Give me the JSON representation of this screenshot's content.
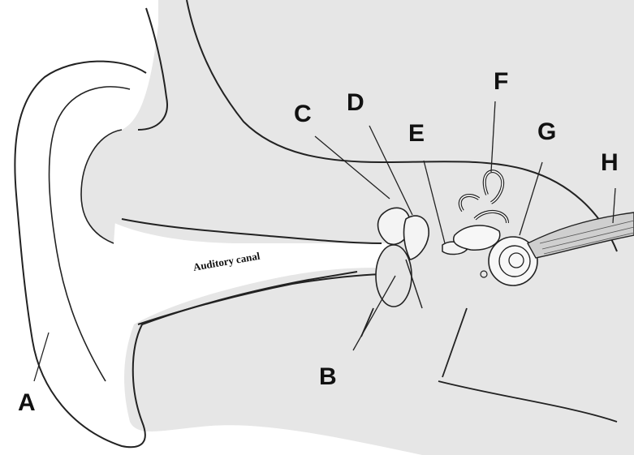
{
  "diagram": {
    "labels": {
      "A": "A",
      "B": "B",
      "C": "C",
      "D": "D",
      "E": "E",
      "F": "F",
      "G": "G",
      "H": "H"
    },
    "canal_text": "Auditory canal",
    "colors": {
      "tissue_fill": "#e6e6e6",
      "line": "#222222",
      "background": "#ffffff"
    }
  }
}
